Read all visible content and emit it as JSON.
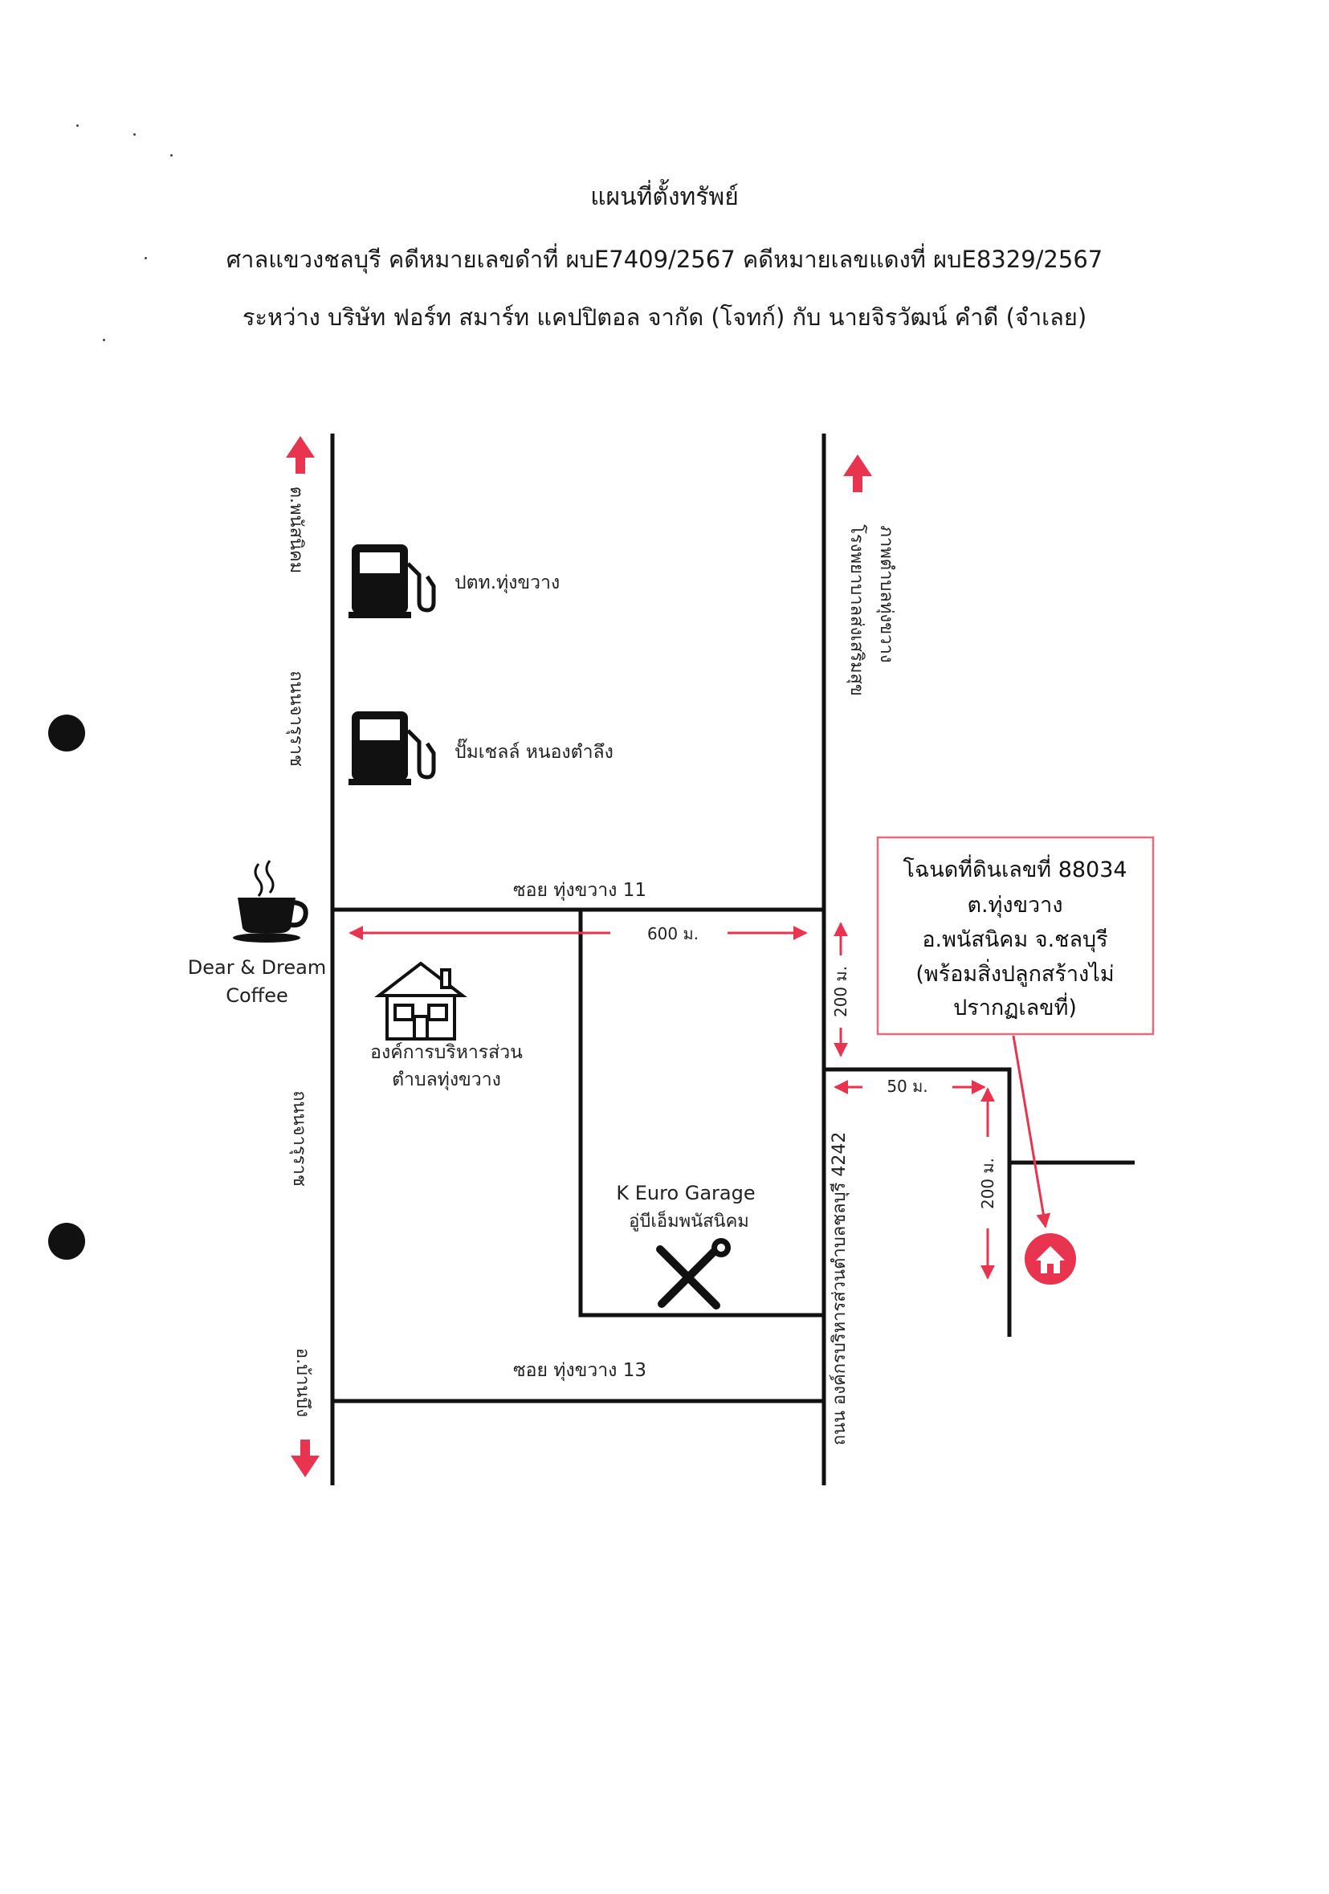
{
  "header": {
    "title": "แผนที่ตั้งทรัพย์",
    "court_line": "ศาลแขวงชลบุรี คดีหมายเลขดำที่ ผบE7409/2567 คดีหมายเลขแดงที่ ผบE8329/2567",
    "parties_line": "ระหว่าง บริษัท ฟอร์ท สมาร์ท แคปปิตอล จากัด (โจทก์) กับ นายจิรวัฒน์ คำดี (จำเลย)"
  },
  "map": {
    "direction_labels": {
      "to_phanat_nikhom": "ต.พนัสนิคม",
      "to_ban_bueng": "อ.บ้านบึง",
      "hospital_line1": "โรงพยาบาลส่งเสริมสุข",
      "hospital_line2": "ภาพตำบลทุ่งขวาง"
    },
    "roads": {
      "chara_rat_upper": "ถนนจารุราช",
      "chara_rat_lower": "ถนนจารุราช",
      "soi_11": "ซอย ทุ่งขวาง 11",
      "soi_13": "ซอย ทุ่งขวาง 13",
      "road_4242": "ถนน องค์กรบริหารส่วนตำบลชลบุรี 4242"
    },
    "landmarks": {
      "ptt": "ปตท.ทุ่งขวาง",
      "shell": "ปั๊มเชลล์ หนองตำลึง",
      "coffee_line1": "Dear & Dream",
      "coffee_line2": "Coffee",
      "sao_line1": "องค์การบริหารส่วน",
      "sao_line2": "ตำบลทุ่งขวาง",
      "garage_line1": "K Euro Garage",
      "garage_line2": "อู่บีเอ็มพนัสนิคม"
    },
    "distances": {
      "d600": "600 ม.",
      "d200_road": "200 ม.",
      "d50": "50 ม.",
      "d200_lane": "200 ม."
    },
    "deed_box": {
      "line1": "โฉนดที่ดินเลขที่ 88034",
      "line2": "ต.ทุ่งขวาง",
      "line3": "อ.พนัสนิคม จ.ชลบุรี",
      "line4": "(พร้อมสิ่งปลูกสร้างไม่",
      "line5": "ปรากฏเลขที่)"
    },
    "icons": {
      "fuel": "fuel-pump-icon",
      "coffee": "coffee-cup-icon",
      "building": "house-icon",
      "tools": "wrench-screwdriver-icon",
      "property": "home-pin-icon"
    },
    "colors": {
      "road": "#111111",
      "arrow": "#e8344e",
      "deed_border": "#e66a7a",
      "property_pin": "#e8344e"
    }
  }
}
